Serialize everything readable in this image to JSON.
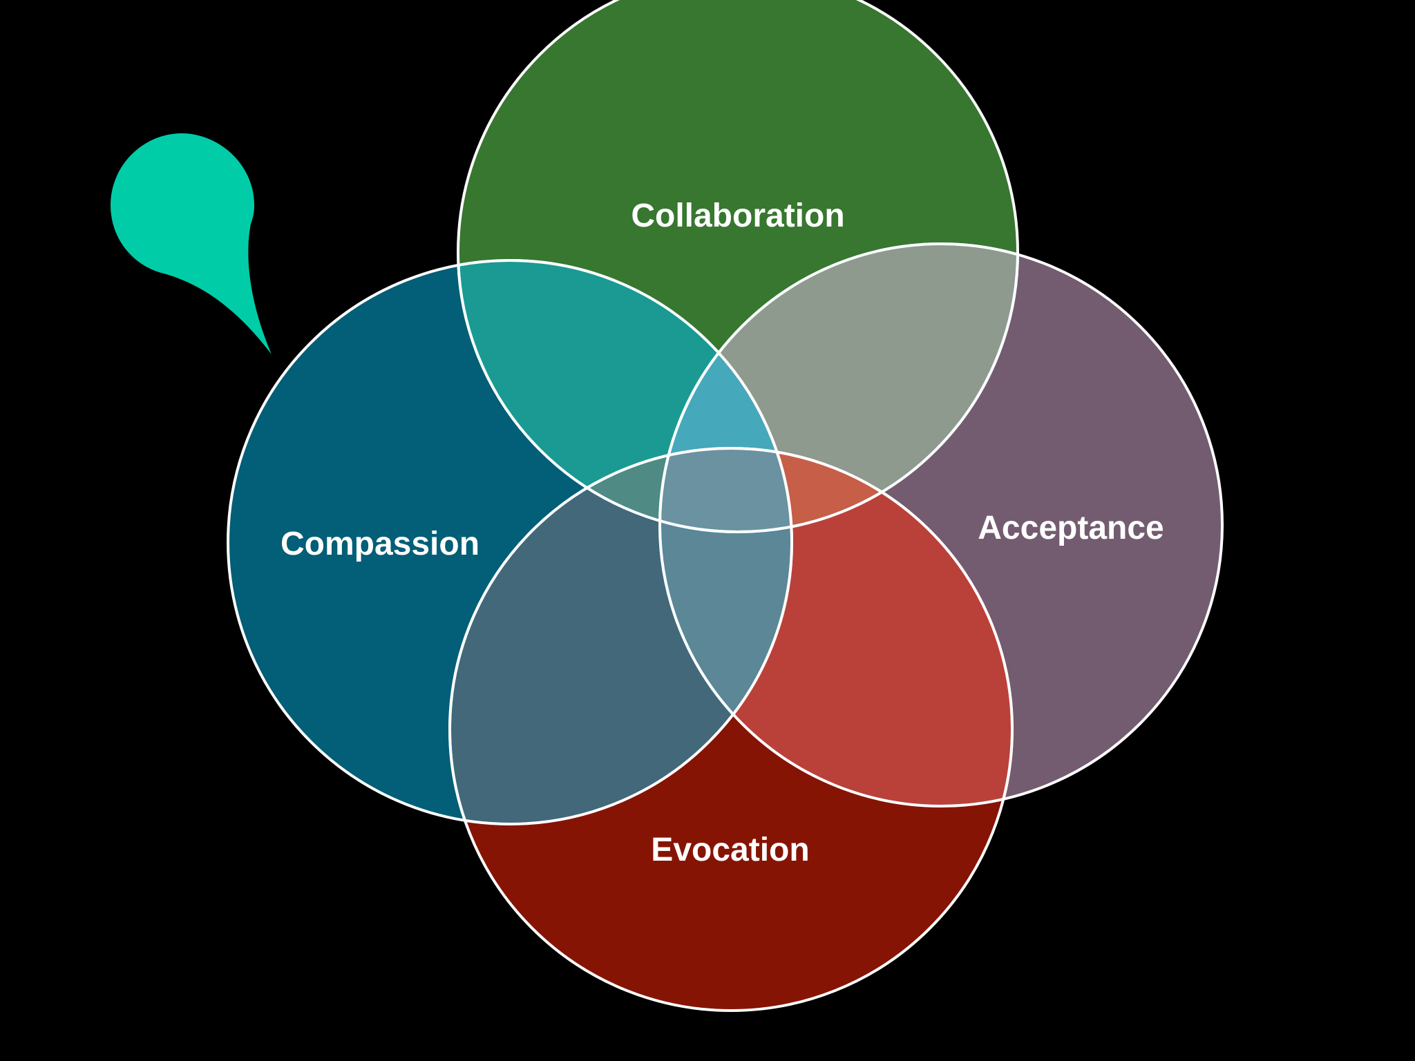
{
  "diagram": {
    "background": "#000000",
    "logo": {
      "icon": "speech-bubble-icon",
      "color": "#00CDA8"
    },
    "circles": [
      {
        "id": "collaboration",
        "label": "Collaboration",
        "color": "#37772F"
      },
      {
        "id": "acceptance",
        "label": "Acceptance",
        "color": "#735C70"
      },
      {
        "id": "compassion",
        "label": "Compassion",
        "color": "#035E77"
      },
      {
        "id": "evocation",
        "label": "Evocation",
        "color": "#861405"
      }
    ],
    "overlaps": {
      "collaboration_compassion": "#1A9A92",
      "collaboration_acceptance": "#8F9A8F",
      "compassion_evocation": "#42687A",
      "acceptance_evocation": "#BA413A",
      "collaboration_compassion_acceptance": "#45A8BB",
      "collaboration_compassion_evocation": "#4F8A85",
      "collaboration_acceptance_evocation": "#C75E48",
      "compassion_acceptance_evocation": "#5B8797",
      "all_four": "#6A92A1"
    },
    "outline_color": "#FFFFFF",
    "inner_outline_color": "#8FE6FF",
    "inner_outline_warm": "#FF8F80"
  }
}
